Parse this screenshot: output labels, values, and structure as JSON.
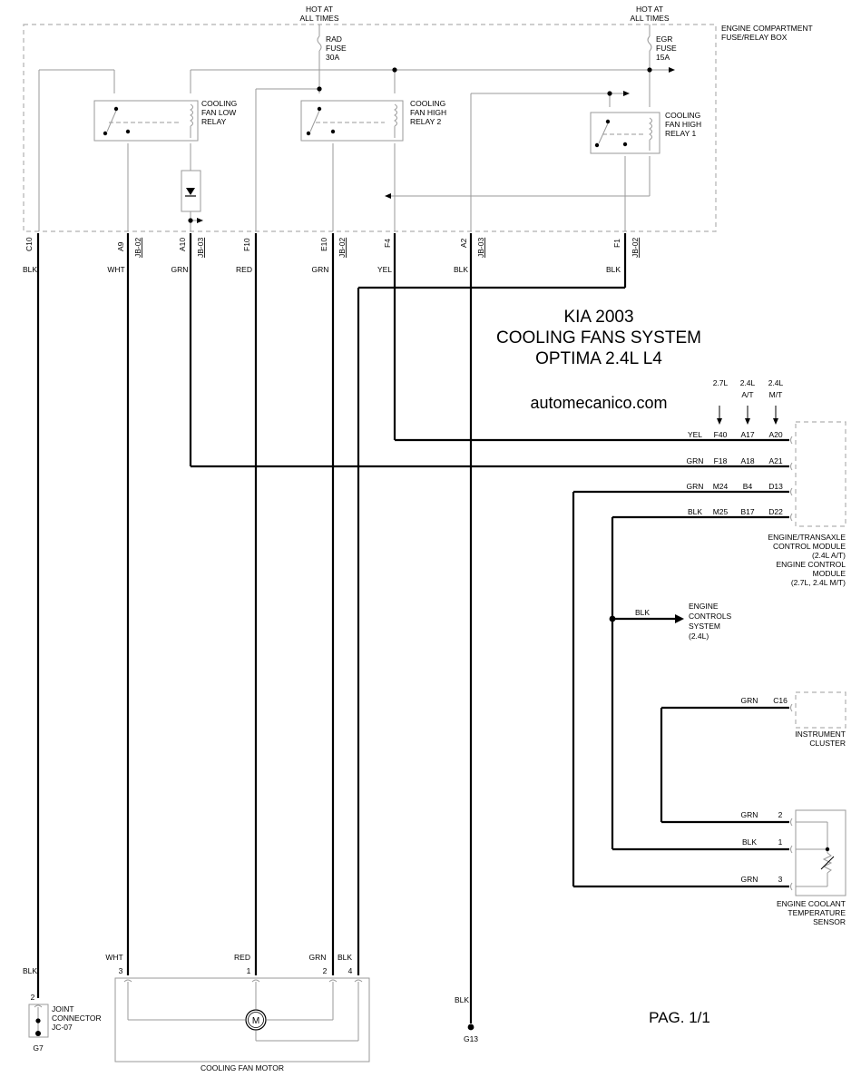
{
  "title": {
    "line1": "KIA 2003",
    "line2": "COOLING FANS SYSTEM",
    "line3": "OPTIMA 2.4L L4"
  },
  "website": "automecanico.com",
  "page_label": "PAG. 1/1",
  "hot": {
    "rad_line1": "HOT AT",
    "rad_line2": "ALL TIMES",
    "egr_line1": "HOT AT",
    "egr_line2": "ALL TIMES"
  },
  "fuses": {
    "rad": {
      "l1": "RAD",
      "l2": "FUSE",
      "l3": "30A"
    },
    "egr": {
      "l1": "EGR",
      "l2": "FUSE",
      "l3": "15A"
    }
  },
  "fuse_box": {
    "l1": "ENGINE COMPARTMENT",
    "l2": "FUSE/RELAY BOX"
  },
  "relays": {
    "low": {
      "l1": "COOLING",
      "l2": "FAN LOW",
      "l3": "RELAY"
    },
    "high2": {
      "l1": "COOLING",
      "l2": "FAN HIGH",
      "l3": "RELAY 2"
    },
    "high1": {
      "l1": "COOLING",
      "l2": "FAN HIGH",
      "l3": "RELAY 1"
    }
  },
  "pins": [
    {
      "pin": "C10",
      "conn": "",
      "color": "BLK"
    },
    {
      "pin": "A9",
      "conn": "JB-02",
      "color": "WHT"
    },
    {
      "pin": "A10",
      "conn": "JB-03",
      "color": "GRN"
    },
    {
      "pin": "F10",
      "conn": "",
      "color": "RED"
    },
    {
      "pin": "E10",
      "conn": "JB-02",
      "color": "GRN"
    },
    {
      "pin": "F4",
      "conn": "",
      "color": "YEL"
    },
    {
      "pin": "A2",
      "conn": "JB-03",
      "color": "BLK"
    },
    {
      "pin": "F1",
      "conn": "JB-02",
      "color": "BLK"
    }
  ],
  "ecm": {
    "headers": [
      {
        "l1": "2.7L",
        "l2": ""
      },
      {
        "l1": "2.4L",
        "l2": "A/T"
      },
      {
        "l1": "2.4L",
        "l2": "M/T"
      }
    ],
    "rows": [
      {
        "color": "YEL",
        "c1": "F40",
        "c2": "A17",
        "c3": "A20"
      },
      {
        "color": "GRN",
        "c1": "F18",
        "c2": "A18",
        "c3": "A21"
      },
      {
        "color": "GRN",
        "c1": "M24",
        "c2": "B4",
        "c3": "D13"
      },
      {
        "color": "BLK",
        "c1": "M25",
        "c2": "B17",
        "c3": "D22"
      }
    ],
    "label": [
      "ENGINE/TRANSAXLE",
      "CONTROL MODULE",
      "(2.4L A/T)",
      "ENGINE CONTROL",
      "MODULE",
      "(2.7L, 2.4L M/T)"
    ]
  },
  "engine_controls": {
    "wire": "BLK",
    "label": [
      "ENGINE",
      "CONTROLS",
      "SYSTEM",
      "(2.4L)"
    ]
  },
  "cluster": {
    "wire": "GRN",
    "pin": "C16",
    "label": [
      "INSTRUMENT",
      "CLUSTER"
    ]
  },
  "ect_sensor": {
    "rows": [
      {
        "color": "GRN",
        "pin": "2"
      },
      {
        "color": "BLK",
        "pin": "1"
      },
      {
        "color": "GRN",
        "pin": "3"
      }
    ],
    "label": [
      "ENGINE COOLANT",
      "TEMPERATURE",
      "SENSOR"
    ]
  },
  "motor": {
    "pins": [
      {
        "color": "WHT",
        "pin": "3"
      },
      {
        "color": "RED",
        "pin": "1"
      },
      {
        "color": "GRN",
        "pin": "2"
      },
      {
        "color": "BLK",
        "pin": "4"
      }
    ],
    "symbol": "M",
    "label": "COOLING FAN MOTOR"
  },
  "joint": {
    "wire": "BLK",
    "pin": "2",
    "label": [
      "JOINT",
      "CONNECTOR",
      "JC-07"
    ],
    "ground": "G7"
  },
  "ground_g13": {
    "wire": "BLK",
    "ground": "G13"
  },
  "colors": {
    "wire": "#000000",
    "internal": "#9a9a9a",
    "dashed": "#b0b0b0"
  }
}
